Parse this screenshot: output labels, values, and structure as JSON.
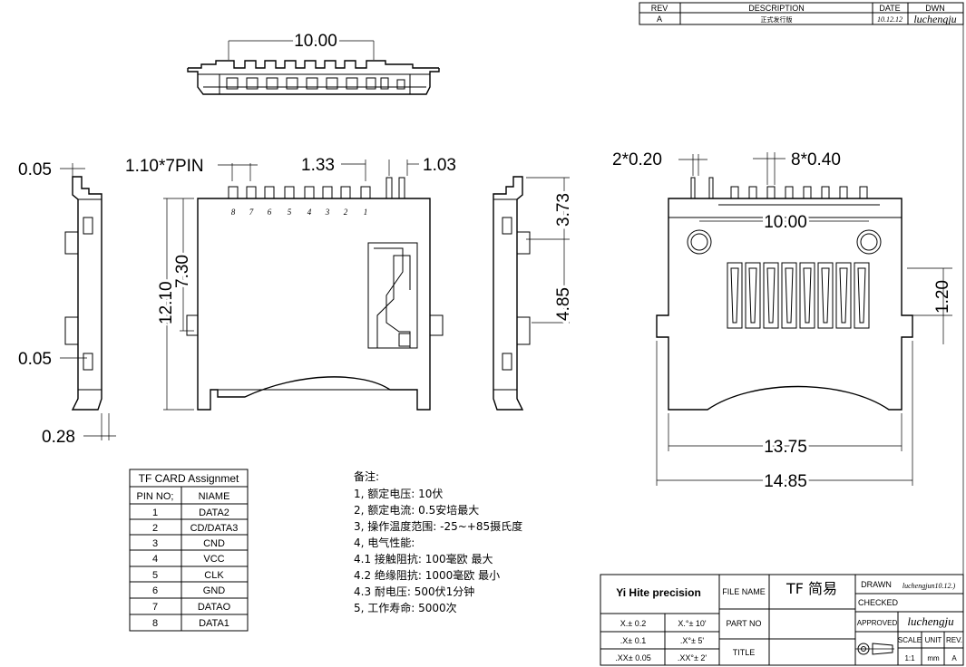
{
  "revision_table": {
    "headers": [
      "REV",
      "DESCRIPTION",
      "DATE",
      "DWN"
    ],
    "row": [
      "A",
      "正式发行版",
      "10.12.12",
      "luchengju"
    ]
  },
  "dimensions": {
    "top_width": "10.00",
    "pin_pitch": "1.10*7PIN",
    "gap_a": "1.33",
    "gap_b": "1.03",
    "side_top": "0.05",
    "side_mid": "0.05",
    "side_bottom": "0.28",
    "total_height": "12.10",
    "front_height": "7.30",
    "right_top": "3.73",
    "right_mid": "4.85",
    "two_small": "2*0.20",
    "eight_small": "8*0.40",
    "holes": "10.00",
    "bump": "1.20",
    "inner_width": "13.75",
    "outer_width": "14.85"
  },
  "pin_numbers": [
    "8",
    "7",
    "6",
    "5",
    "4",
    "3",
    "2",
    "1"
  ],
  "pin_table": {
    "title": "TF CARD  Assignmet",
    "headers": [
      "PIN  NO;",
      "NIAME"
    ],
    "rows": [
      [
        "1",
        "DATA2"
      ],
      [
        "2",
        "CD/DATA3"
      ],
      [
        "3",
        "CND"
      ],
      [
        "4",
        "VCC"
      ],
      [
        "5",
        "CLK"
      ],
      [
        "6",
        "GND"
      ],
      [
        "7",
        "DATAO"
      ],
      [
        "8",
        "DATA1"
      ]
    ]
  },
  "notes": {
    "title": "备注:",
    "lines": [
      "1,   额定电压: 10伏",
      "2,   额定电流: 0.5安培最大",
      "3,   操作温度范围: -25~+85摄氏度",
      "4,   电气性能:",
      "4.1 接触阻抗: 100毫欧  最大",
      "4.2 绝缘阻抗: 1000毫欧  最小",
      "4.3 耐电压: 500伏1分钟",
      "5,   工作寿命: 5000次"
    ]
  },
  "title_block": {
    "company": "Yi Hite precision",
    "tol_1a": "X.± 0.2",
    "tol_1b": "X.°± 10'",
    "tol_2a": ".X± 0.1",
    "tol_2b": ".X°± 5'",
    "tol_3a": ".XX± 0.05",
    "tol_3b": ".XX°± 2'",
    "file_name_label": "FILE NAME",
    "file_name_value": "TF 简易",
    "part_no_label": "PART NO",
    "title_label": "TITLE",
    "drawn_label": "DRAWN",
    "drawn_value": "luchengjun10.12.)",
    "checked_label": "CHECKED",
    "approved_label": "APPROVED",
    "approved_value": "luchengju",
    "scale_label": "SCALE",
    "unit_label": "UNIT",
    "rev_label": "REV.",
    "scale_value": "1:1",
    "unit_value": "mm",
    "rev_value": "A"
  }
}
